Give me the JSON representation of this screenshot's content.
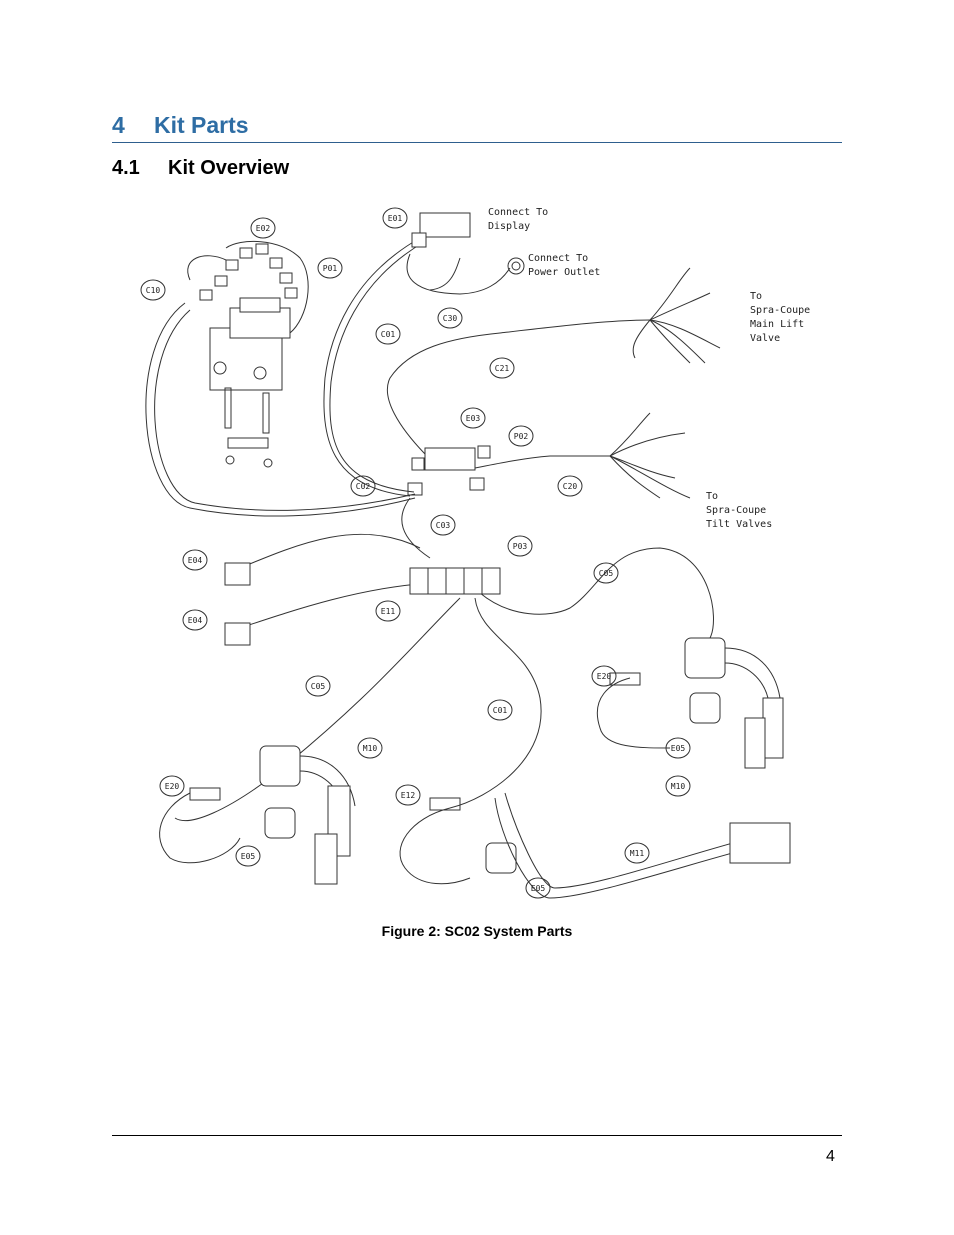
{
  "heading": {
    "number": "4",
    "title": "Kit Parts"
  },
  "subheading": {
    "number": "4.1",
    "title": "Kit Overview"
  },
  "figure": {
    "caption": "Figure 2:  SC02 System Parts",
    "annotations": {
      "display": [
        "Connect To",
        "Display"
      ],
      "power": [
        "Connect To",
        "Power Outlet"
      ],
      "main_lift": [
        "To",
        "Spra-Coupe",
        "Main Lift",
        "Valve"
      ],
      "tilt": [
        "To",
        "Spra-Coupe",
        "Tilt Valves"
      ]
    },
    "callouts": {
      "e01": "E01",
      "e02": "E02",
      "p01": "P01",
      "c10": "C10",
      "c01a": "C01",
      "c30": "C30",
      "c21": "C21",
      "e03": "E03",
      "p02": "P02",
      "c02": "C02",
      "c20": "C20",
      "c03": "C03",
      "p03": "P03",
      "e04a": "E04",
      "e04b": "E04",
      "e11": "E11",
      "c05a": "C05",
      "c05b": "C05",
      "e20a": "E20",
      "e05a": "E05",
      "m10a": "M10",
      "c01b": "C01",
      "e20b": "E20",
      "m10b": "M10",
      "e05b": "E05",
      "e12": "E12",
      "m11": "M11",
      "e05c": "E05"
    }
  },
  "footer": {
    "page_number": "4"
  }
}
